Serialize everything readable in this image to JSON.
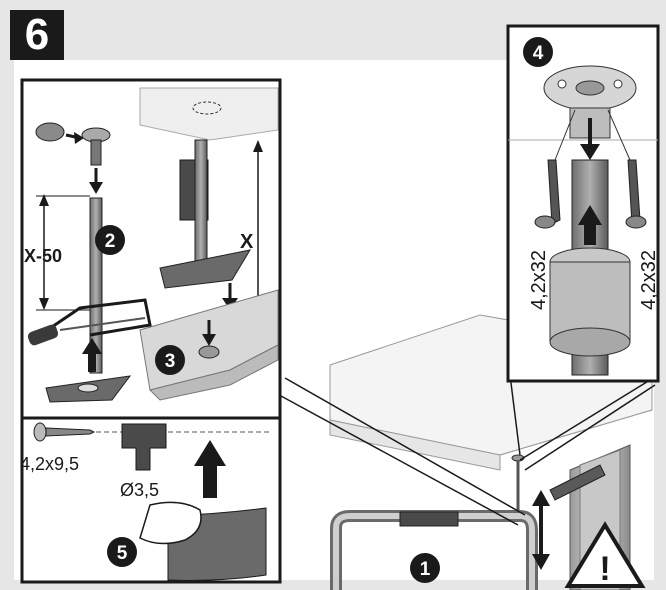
{
  "step_number": "6",
  "badges": [
    "1",
    "2",
    "3",
    "4",
    "5"
  ],
  "dimensions": {
    "height_minus": "X-50",
    "height": "X",
    "screw_small": "4,2x9,5",
    "drill": "Ø3,5",
    "screw_large_left": "4,2x32",
    "screw_large_right": "4,2x32"
  },
  "warning_symbol": "!",
  "colors": {
    "frame": "#1a1a1a",
    "panel_bg": "#ffffff",
    "page_bg": "#e6e6e6",
    "part_gray": "#8c8c8c",
    "part_dark": "#4a4a4a"
  }
}
